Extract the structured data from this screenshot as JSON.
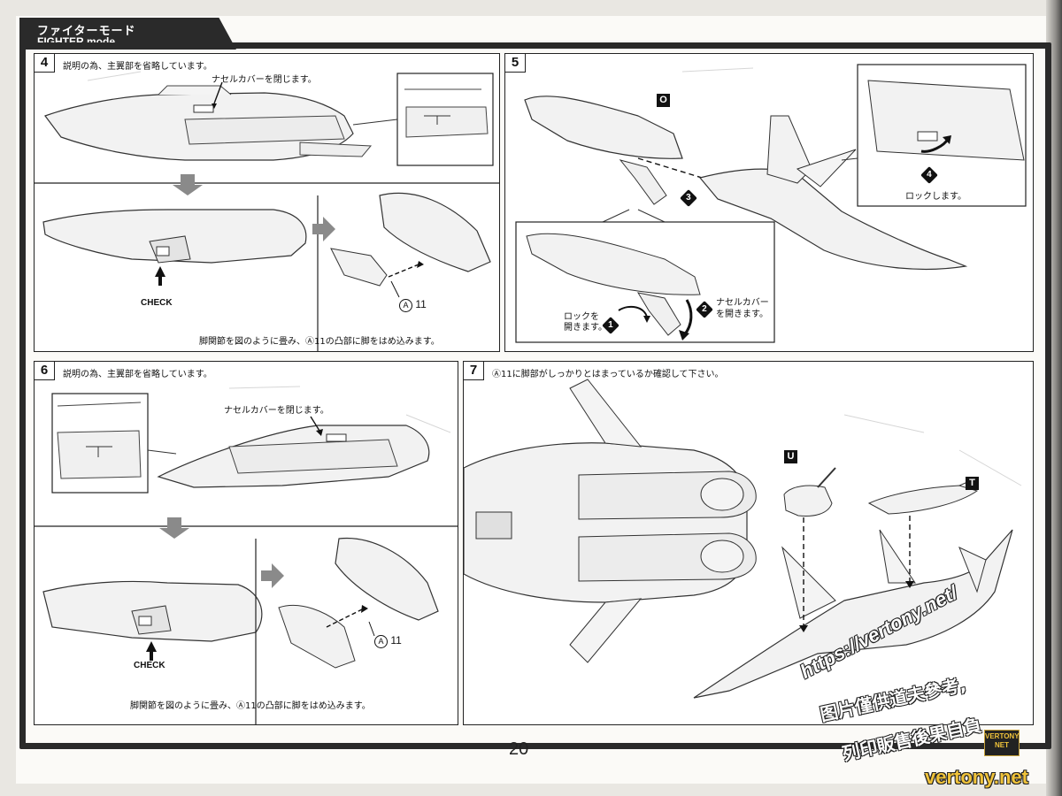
{
  "header": {
    "title_jp": "ファイターモード",
    "title_en": "FIGHTER mode."
  },
  "steps": {
    "s4": {
      "number": "4",
      "note": "説明の為、主翼部を省略しています。",
      "callout_close": "ナセルカバーを閉じます。",
      "check": "CHECK",
      "part_letter": "A",
      "part_num": "11",
      "instruction": "脚関節を図のように畳み、Ⓐ11の凸部に脚をはめ込みます。"
    },
    "s5": {
      "number": "5",
      "part_label": "O",
      "sub1_num": "1",
      "sub1_text_a": "ロックを",
      "sub1_text_b": "開きます。",
      "sub2_num": "2",
      "sub2_text_a": "ナセルカバー",
      "sub2_text_b": "を開きます。",
      "sub3_num": "3",
      "sub4_num": "4",
      "sub4_text": "ロックします。"
    },
    "s6": {
      "number": "6",
      "note": "説明の為、主翼部を省略しています。",
      "callout_close": "ナセルカバーを閉じます。",
      "check": "CHECK",
      "part_letter": "A",
      "part_num": "11",
      "instruction": "脚関節を図のように畳み、Ⓐ11の凸部に脚をはめ込みます。"
    },
    "s7": {
      "number": "7",
      "note": "Ⓐ11に脚部がしっかりとはまっているか確認して下さい。",
      "label_u": "U",
      "label_t": "T"
    }
  },
  "page_number": "20",
  "watermark": {
    "url": "https://vertony.net/",
    "cn_line1": "图片僅供道夫參考,",
    "cn_line2": "列印販售後果自負",
    "logo": "VERTONY NET",
    "bottom": "vertony.net"
  }
}
